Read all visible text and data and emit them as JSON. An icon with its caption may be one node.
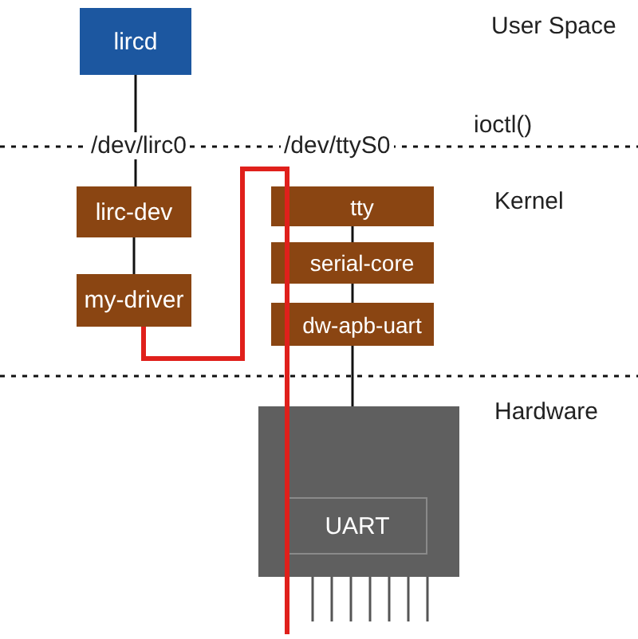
{
  "diagram": {
    "nodes": [
      {
        "text": [
          "lircd"
        ]
      },
      {
        "text": [
          "lirc-dev"
        ]
      },
      {
        "text": [
          "my-driver"
        ]
      },
      {
        "text": [
          "tty"
        ]
      },
      {
        "text": [
          "serial-core"
        ]
      },
      {
        "text": [
          "dw-apb-uart"
        ]
      },
      {
        "text": [],
        "shape": "box"
      },
      {
        "text": [
          "UART"
        ],
        "in": 6
      }
    ],
    "edges": [
      {
        "from": 0,
        "to": 1,
        "arrow": "none"
      },
      {
        "from": 1,
        "to": 2,
        "arrow": "none"
      },
      {
        "from": 3,
        "to": 4,
        "arrow": "none"
      },
      {
        "from": 4,
        "to": 5,
        "arrow": "none"
      },
      {
        "from": 5,
        "to": 6,
        "arrow": "none"
      },
      {
        "from": 2,
        "to": null,
        "arrow": "none",
        "style": "thick",
        "color": "#e0201b"
      }
    ],
    "labels": [
      "User Space",
      "ioctl()",
      "/dev/lirc0",
      "/dev/ttyS0",
      "Kernel",
      "Hardware"
    ]
  }
}
